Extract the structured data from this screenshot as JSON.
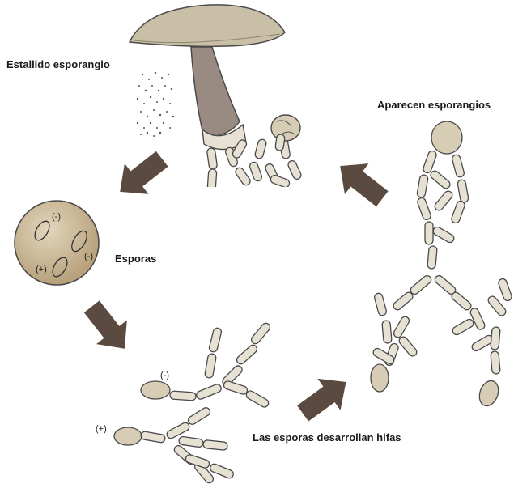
{
  "labels": {
    "burst": "Estallido esporangio",
    "appear": "Aparecen esporangios",
    "spores": "Esporas",
    "hyphae": "Las esporas desarrollan hifas"
  },
  "mating_types": {
    "minus": "(-)",
    "plus": "(+)"
  },
  "colors": {
    "arrow": "#5b4a3f",
    "cap": "#c9bfa6",
    "stalk": "#9a8b82",
    "cell_fill": "#e6e1d3",
    "outline": "#4a4a4a",
    "spore_sphere": "#c8b593"
  }
}
